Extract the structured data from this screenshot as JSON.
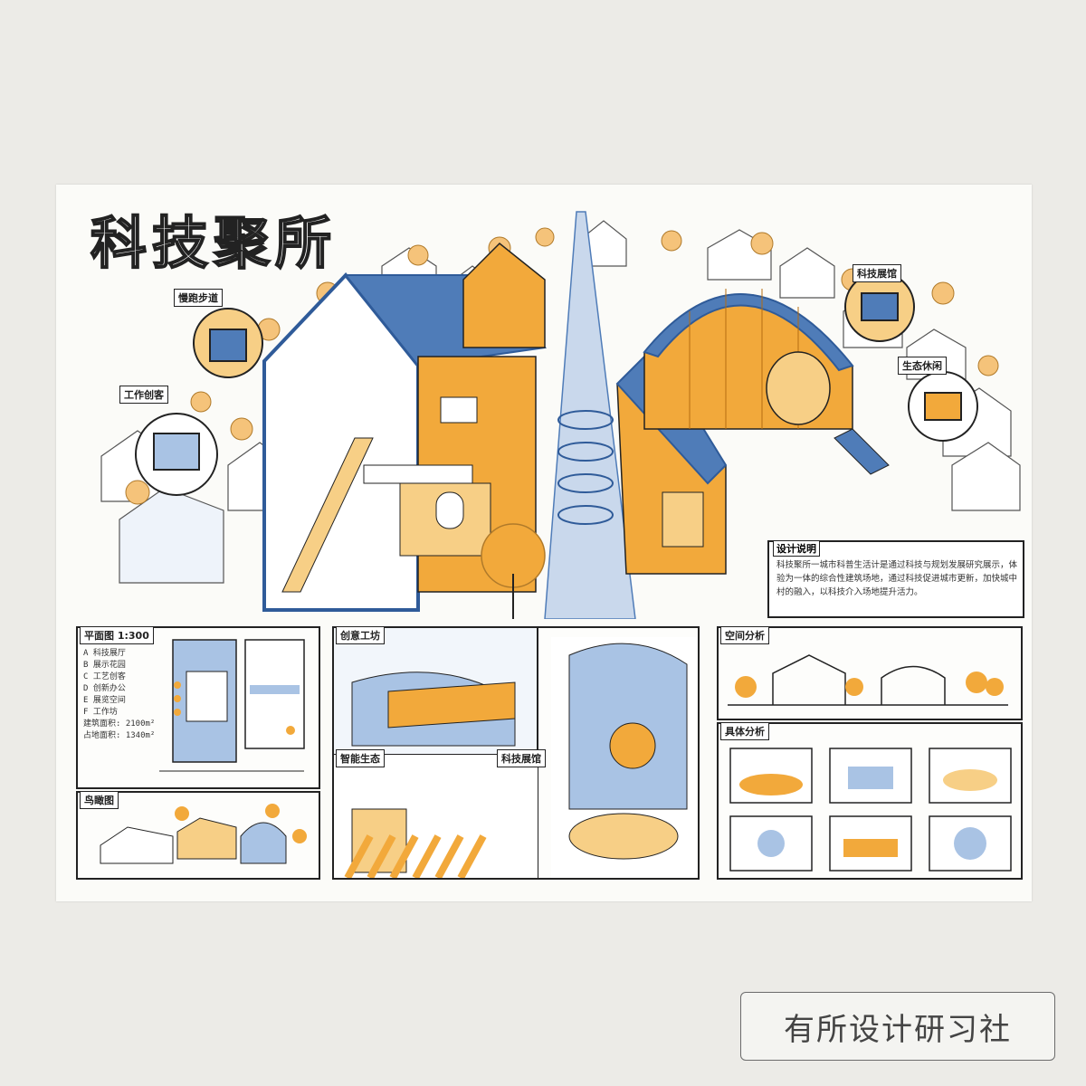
{
  "poster": {
    "title": "科技聚所",
    "colors": {
      "blue": "#4f7cb8",
      "light_blue": "#a9c3e4",
      "orange": "#f2a93b",
      "light_orange": "#f7cf86",
      "ink": "#222222"
    },
    "hero": {
      "callouts": [
        "慢跑步道",
        "工作创客",
        "科技展馆",
        "生态休闲"
      ]
    },
    "description": {
      "title": "设计说明",
      "text": "科技聚所一城市科普生活计是通过科技与规划发展研究展示，体验为一体的综合性建筑场地，通过科技促进城市更新，加快城中村的融入，以科技介入场地提升活力。"
    },
    "panels": {
      "plan": {
        "title": "平面图 1:300",
        "legend": [
          "A 科技展厅",
          "B 展示花园",
          "C 工艺创客",
          "D 创新办公",
          "E 展览空间",
          "F 工作坊",
          "建筑面积: 2100m²",
          "占地面积: 1340m²"
        ]
      },
      "birdseye": {
        "title": "鸟瞰图"
      },
      "workshop": {
        "title": "创意工坊"
      },
      "ecology": {
        "title": "智能生态"
      },
      "museum": {
        "title": "科技展馆"
      },
      "space": {
        "title": "空间分析"
      },
      "detail": {
        "title": "具体分析"
      }
    }
  },
  "watermark": {
    "label": "有所设计研习社"
  }
}
